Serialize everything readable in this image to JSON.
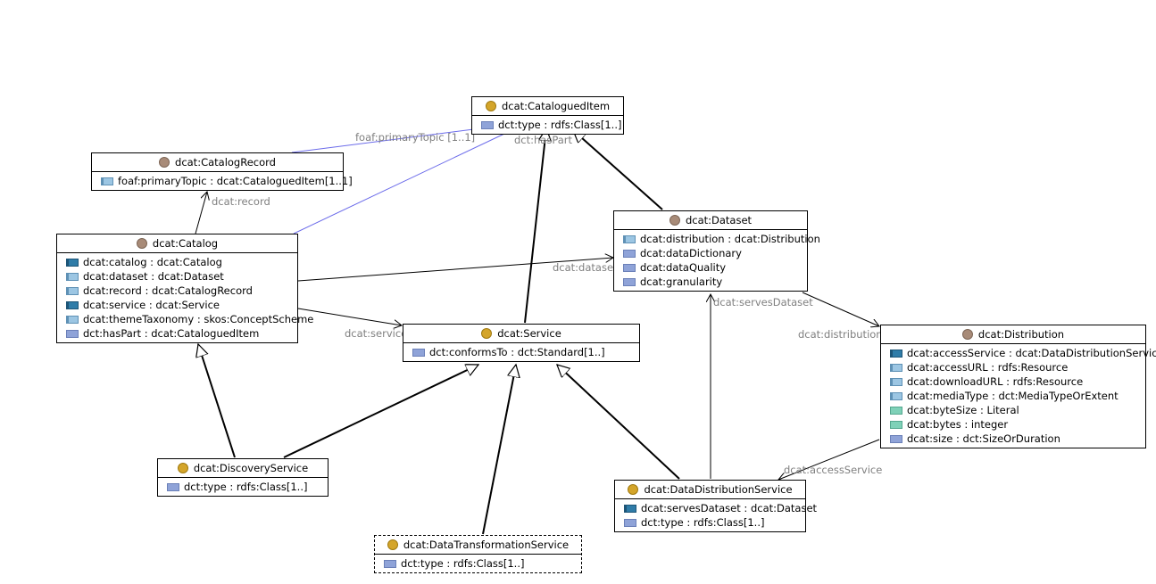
{
  "colors": {
    "class_icon_gold": "#D4A52A",
    "class_icon_brown": "#A88B78",
    "attr_object_dark": "#2F7CA8",
    "attr_object_light": "#9CC6E3",
    "attr_object_grey": "#8FA3D8",
    "attr_literal": "#7FD1B8",
    "subclass_edge": "#000000",
    "inverse_edge": "#6B6BEA",
    "label": "#808080"
  },
  "classes": [
    {
      "id": "catalogued-item",
      "title": "dcat:CataloguedItem",
      "icon": "gold",
      "attrs": [
        {
          "text": "dct:type : rdfs:Class[1..]",
          "kind": "grey"
        }
      ]
    },
    {
      "id": "catalog-record",
      "title": "dcat:CatalogRecord",
      "icon": "brown",
      "attrs": [
        {
          "text": "foaf:primaryTopic : dcat:CataloguedItem[1..1]",
          "kind": "light"
        }
      ]
    },
    {
      "id": "catalog",
      "title": "dcat:Catalog",
      "icon": "brown",
      "attrs": [
        {
          "text": "dcat:catalog : dcat:Catalog",
          "kind": "dark"
        },
        {
          "text": "dcat:dataset : dcat:Dataset",
          "kind": "light"
        },
        {
          "text": "dcat:record : dcat:CatalogRecord",
          "kind": "light"
        },
        {
          "text": "dcat:service : dcat:Service",
          "kind": "dark"
        },
        {
          "text": "dcat:themeTaxonomy : skos:ConceptScheme",
          "kind": "light"
        },
        {
          "text": "dct:hasPart : dcat:CataloguedItem",
          "kind": "grey"
        }
      ]
    },
    {
      "id": "dataset",
      "title": "dcat:Dataset",
      "icon": "brown",
      "attrs": [
        {
          "text": "dcat:distribution : dcat:Distribution",
          "kind": "light"
        },
        {
          "text": "dcat:dataDictionary",
          "kind": "grey"
        },
        {
          "text": "dcat:dataQuality",
          "kind": "grey"
        },
        {
          "text": "dcat:granularity",
          "kind": "grey"
        }
      ]
    },
    {
      "id": "service",
      "title": "dcat:Service",
      "icon": "gold",
      "attrs": [
        {
          "text": "dct:conformsTo : dct:Standard[1..]",
          "kind": "grey"
        }
      ]
    },
    {
      "id": "distribution",
      "title": "dcat:Distribution",
      "icon": "brown",
      "attrs": [
        {
          "text": "dcat:accessService : dcat:DataDistributionService",
          "kind": "dark"
        },
        {
          "text": "dcat:accessURL : rdfs:Resource",
          "kind": "light"
        },
        {
          "text": "dcat:downloadURL : rdfs:Resource",
          "kind": "light"
        },
        {
          "text": "dcat:mediaType : dct:MediaTypeOrExtent",
          "kind": "light"
        },
        {
          "text": "dcat:byteSize : Literal",
          "kind": "literal"
        },
        {
          "text": "dcat:bytes : integer",
          "kind": "literal"
        },
        {
          "text": "dcat:size : dct:SizeOrDuration",
          "kind": "grey"
        }
      ]
    },
    {
      "id": "discovery-service",
      "title": "dcat:DiscoveryService",
      "icon": "gold",
      "attrs": [
        {
          "text": "dct:type : rdfs:Class[1..]",
          "kind": "grey"
        }
      ]
    },
    {
      "id": "data-distribution-service",
      "title": "dcat:DataDistributionService",
      "icon": "gold",
      "attrs": [
        {
          "text": "dcat:servesDataset : dcat:Dataset",
          "kind": "dark"
        },
        {
          "text": "dct:type : rdfs:Class[1..]",
          "kind": "grey"
        }
      ]
    },
    {
      "id": "data-transformation-service",
      "title": "dcat:DataTransformationService",
      "icon": "gold",
      "selected": true,
      "attrs": [
        {
          "text": "dct:type : rdfs:Class[1..]",
          "kind": "grey"
        }
      ]
    }
  ],
  "edge_labels": {
    "primary_topic": "foaf:primaryTopic [1..1]",
    "has_part": "dct:hasPart",
    "record": "dcat:record",
    "dataset": "dcat:dataset",
    "service": "dcat:service",
    "serves_dataset": "dcat:servesDataset",
    "distribution": "dcat:distribution",
    "access_service": "dcat:accessService"
  }
}
